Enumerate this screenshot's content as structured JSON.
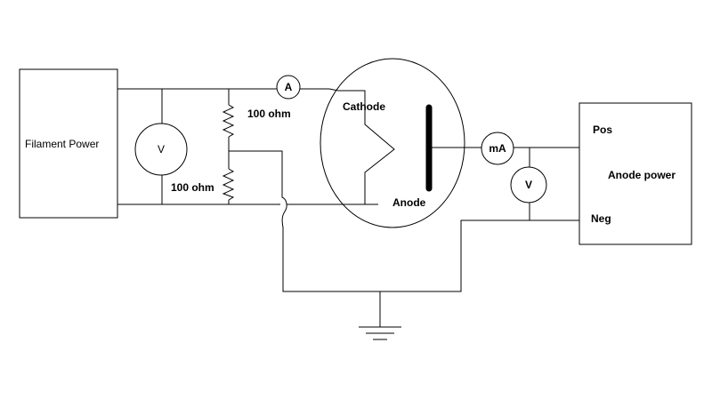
{
  "filament_power": {
    "label": "Filament Power"
  },
  "anode_power": {
    "label": "Anode power",
    "pos_label": "Pos",
    "neg_label": "Neg"
  },
  "meters": {
    "filament_voltmeter": "V",
    "ammeter": "A",
    "milliammeter": "mA",
    "anode_voltmeter": "V"
  },
  "resistors": {
    "upper": "100 ohm",
    "lower": "100 ohm"
  },
  "tube": {
    "cathode_label": "Cathode",
    "anode_label": "Anode"
  },
  "ground": {
    "icon": "ground-icon"
  }
}
